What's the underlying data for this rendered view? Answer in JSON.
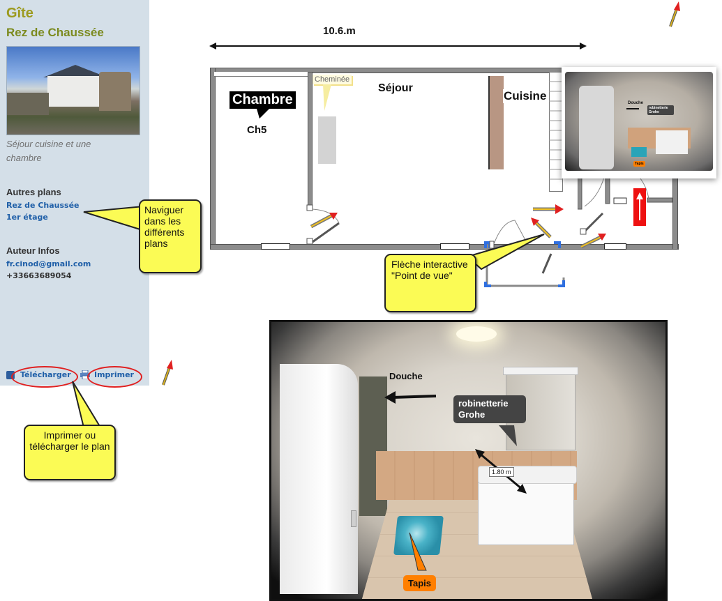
{
  "sidebar": {
    "site_title": "Gîte",
    "floor_title": "Rez de Chaussée",
    "caption": "Séjour cuisine et une chambre",
    "other_plans_heading": "Autres plans",
    "plan_links": [
      "Rez de Chaussée",
      "1er étage"
    ],
    "author_heading": "Auteur Infos",
    "email": "fr.cinod@gmail.com",
    "phone": "+33663689054",
    "download_label": "Télécharger",
    "print_label": "Imprimer"
  },
  "callouts": {
    "navigate": "Naviguer dans les différents plans",
    "arrow_help": "Flèche interactive \"Point de vue\"",
    "print_help": "Imprimer  ou télécharger le plan"
  },
  "plan": {
    "dimension": "10.6.m",
    "rooms": {
      "bedroom_tag": "Chambre",
      "bedroom_name": "Ch5",
      "fireplace": "Cheminée",
      "living": "Séjour",
      "kitchen": "Cuisine"
    }
  },
  "preview": {
    "shower": "Douche",
    "faucet": "robinetterie Grohe",
    "rug": "Tapis"
  },
  "photo": {
    "shower": "Douche",
    "faucet": "robinetterie Grohe",
    "measure": "1.80 m",
    "rug": "Tapis"
  },
  "colors": {
    "sidebar_bg": "#d4dfe8",
    "title_olive": "#9c9a1e",
    "link_blue": "#1f5fa8",
    "callout_yellow": "#fbfb55",
    "wall_gray": "#8c8c8c",
    "door_blue": "#2f6fe0",
    "arrow_red": "#e02020",
    "tag_orange": "#ff7f00"
  }
}
